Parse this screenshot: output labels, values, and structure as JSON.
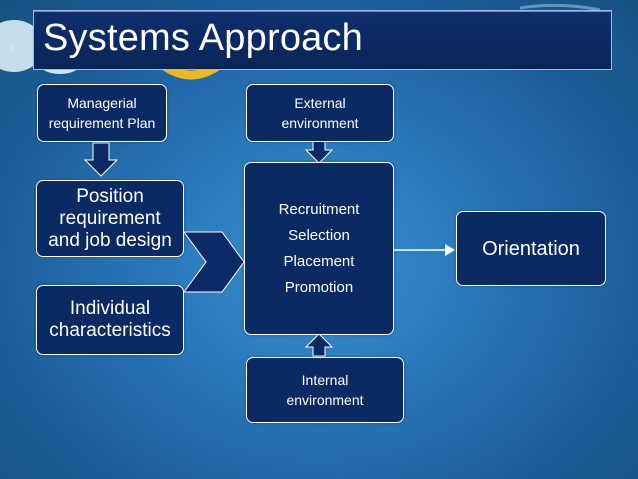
{
  "slide": {
    "number": "8",
    "title": "Systems Approach"
  },
  "boxes": {
    "managerial": {
      "line1": "Managerial",
      "line2": "requirement Plan"
    },
    "external": {
      "line1": "External",
      "line2": "environment"
    },
    "position": {
      "line1": "Position",
      "line2": "requirement",
      "line3": "and job design"
    },
    "individual": {
      "line1": "Individual",
      "line2": "characteristics"
    },
    "process": {
      "line1": "Recruitment",
      "line2": "Selection",
      "line3": "Placement",
      "line4": "Promotion"
    },
    "orientation": {
      "label": "Orientation"
    },
    "internal": {
      "line1": "Internal",
      "line2": "environment"
    }
  },
  "colors": {
    "box_fill": "#0b2a63",
    "arrow_fill": "#0c2b66",
    "title_bar": "#0e2f6e"
  }
}
